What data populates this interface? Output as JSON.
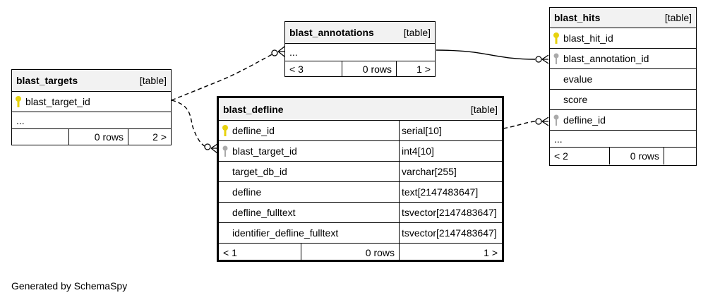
{
  "colors": {
    "primary_key": "#e7d20d",
    "foreign_key": "#aaaaaa",
    "header_bg": "#f2f2f2"
  },
  "tables": {
    "blast_targets": {
      "name": "blast_targets",
      "type": "[table]",
      "columns": [
        {
          "name": "blast_target_id",
          "key": "primary"
        }
      ],
      "ellipsis": "...",
      "footer": {
        "left": "",
        "rows": "0 rows",
        "right": "2 >"
      }
    },
    "blast_annotations": {
      "name": "blast_annotations",
      "type": "[table]",
      "ellipsis": "...",
      "footer": {
        "left": "< 3",
        "rows": "0 rows",
        "right": "1 >"
      }
    },
    "blast_defline": {
      "name": "blast_defline",
      "type": "[table]",
      "columns": [
        {
          "name": "defline_id",
          "type": "serial[10]",
          "key": "primary"
        },
        {
          "name": "blast_target_id",
          "type": "int4[10]",
          "key": "foreign"
        },
        {
          "name": "target_db_id",
          "type": "varchar[255]",
          "key": ""
        },
        {
          "name": "defline",
          "type": "text[2147483647]",
          "key": ""
        },
        {
          "name": "defline_fulltext",
          "type": "tsvector[2147483647]",
          "key": ""
        },
        {
          "name": "identifier_defline_fulltext",
          "type": "tsvector[2147483647]",
          "key": ""
        }
      ],
      "footer": {
        "left": "< 1",
        "rows": "0 rows",
        "right": "1 >"
      }
    },
    "blast_hits": {
      "name": "blast_hits",
      "type": "[table]",
      "columns": [
        {
          "name": "blast_hit_id",
          "key": "primary"
        },
        {
          "name": "blast_annotation_id",
          "key": "foreign"
        },
        {
          "name": "evalue",
          "key": ""
        },
        {
          "name": "score",
          "key": ""
        },
        {
          "name": "defline_id",
          "key": "foreign"
        }
      ],
      "ellipsis": "...",
      "footer": {
        "left": "< 2",
        "rows": "0 rows",
        "right": ""
      }
    }
  },
  "footer_text": "Generated by SchemaSpy"
}
